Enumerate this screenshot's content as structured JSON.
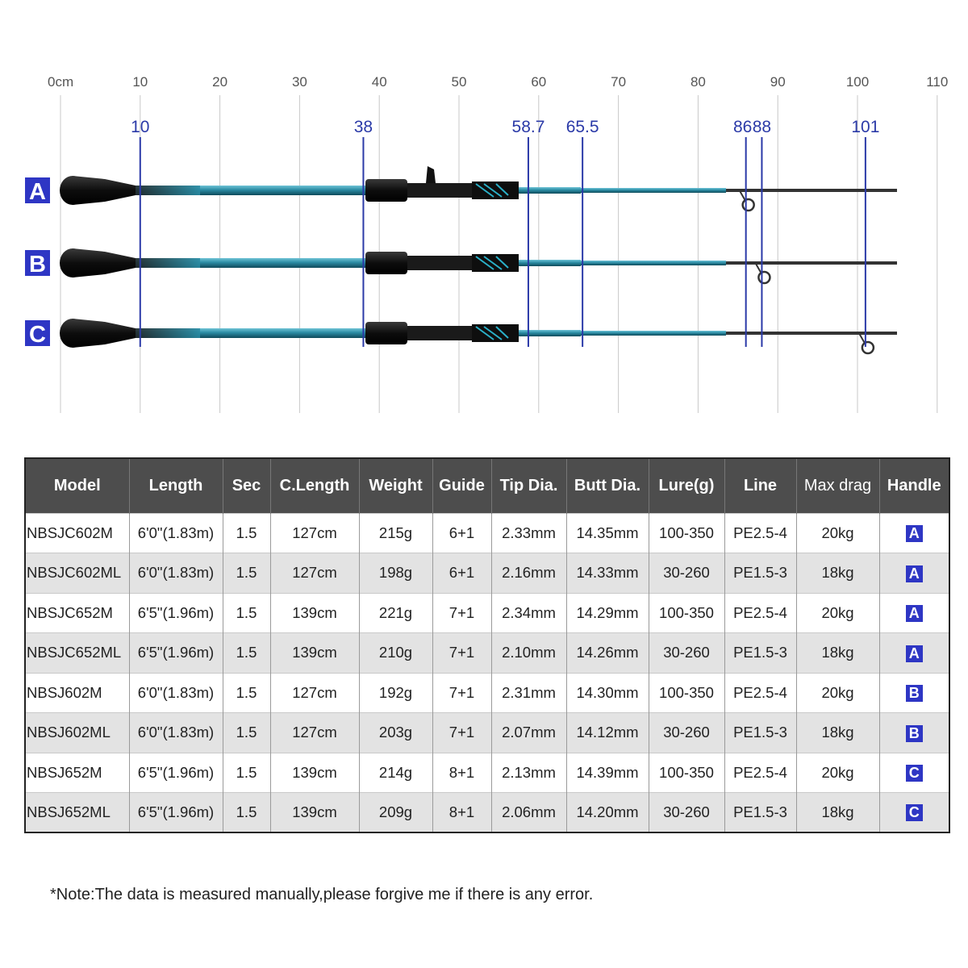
{
  "ruler": {
    "unit_label": "0cm",
    "ticks": [
      10,
      20,
      30,
      40,
      50,
      60,
      70,
      80,
      90,
      100,
      110
    ],
    "markers": [
      {
        "label": "10",
        "value": 10
      },
      {
        "label": "38",
        "value": 38
      },
      {
        "label": "58.7",
        "value": 58.7
      },
      {
        "label": "65.5",
        "value": 65.5
      },
      {
        "label": "86",
        "value": 86
      },
      {
        "label": "88",
        "value": 88
      },
      {
        "label": "101",
        "value": 101
      }
    ]
  },
  "rods": [
    {
      "letter": "A",
      "name": "rod-a"
    },
    {
      "letter": "B",
      "name": "rod-b"
    },
    {
      "letter": "C",
      "name": "rod-c"
    }
  ],
  "table": {
    "headers": [
      "Model",
      "Length",
      "Sec",
      "C.Length",
      "Weight",
      "Guide",
      "Tip Dia.",
      "Butt Dia.",
      "Lure(g)",
      "Line",
      "Max drag",
      "Handle"
    ],
    "rows": [
      [
        "NBSJC602M",
        "6'0\"(1.83m)",
        "1.5",
        "127cm",
        "215g",
        "6+1",
        "2.33mm",
        "14.35mm",
        "100-350",
        "PE2.5-4",
        "20kg",
        "A"
      ],
      [
        "NBSJC602ML",
        "6'0\"(1.83m)",
        "1.5",
        "127cm",
        "198g",
        "6+1",
        "2.16mm",
        "14.33mm",
        "30-260",
        "PE1.5-3",
        "18kg",
        "A"
      ],
      [
        "NBSJC652M",
        "6'5\"(1.96m)",
        "1.5",
        "139cm",
        "221g",
        "7+1",
        "2.34mm",
        "14.29mm",
        "100-350",
        "PE2.5-4",
        "20kg",
        "A"
      ],
      [
        "NBSJC652ML",
        "6'5\"(1.96m)",
        "1.5",
        "139cm",
        "210g",
        "7+1",
        "2.10mm",
        "14.26mm",
        "30-260",
        "PE1.5-3",
        "18kg",
        "A"
      ],
      [
        "NBSJ602M",
        "6'0\"(1.83m)",
        "1.5",
        "127cm",
        "192g",
        "7+1",
        "2.31mm",
        "14.30mm",
        "100-350",
        "PE2.5-4",
        "20kg",
        "B"
      ],
      [
        "NBSJ602ML",
        "6'0\"(1.83m)",
        "1.5",
        "127cm",
        "203g",
        "7+1",
        "2.07mm",
        "14.12mm",
        "30-260",
        "PE1.5-3",
        "18kg",
        "B"
      ],
      [
        "NBSJ652M",
        "6'5\"(1.96m)",
        "1.5",
        "139cm",
        "214g",
        "8+1",
        "2.13mm",
        "14.39mm",
        "100-350",
        "PE2.5-4",
        "20kg",
        "C"
      ],
      [
        "NBSJ652ML",
        "6'5\"(1.96m)",
        "1.5",
        "139cm",
        "209g",
        "8+1",
        "2.06mm",
        "14.20mm",
        "30-260",
        "PE1.5-3",
        "18kg",
        "C"
      ]
    ]
  },
  "note": "*Note:The data is measured manually,please forgive me if there is any error.",
  "colors": {
    "marker": "#2b3aa8",
    "badge": "#2e36c4",
    "blank_teal": "#2a8ba3",
    "grip": "#111111",
    "header_bg": "#4d4d4d"
  }
}
